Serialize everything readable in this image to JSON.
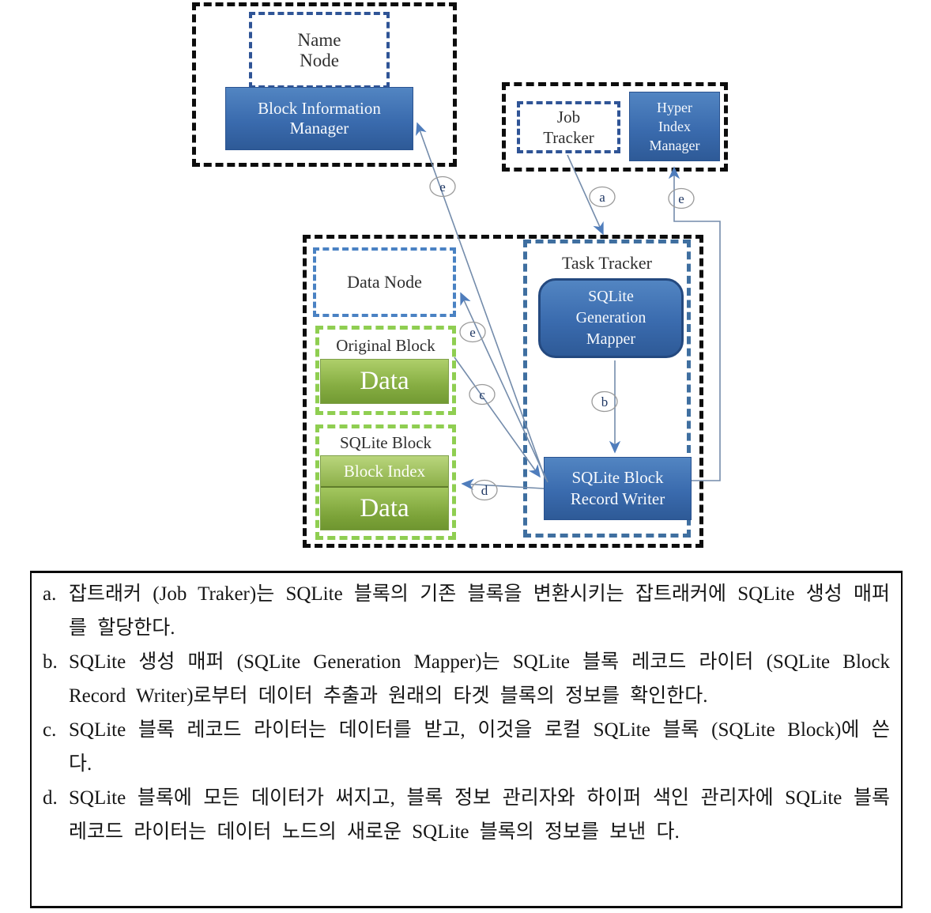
{
  "diagram": {
    "nodes": {
      "name_node": "Name\nNode",
      "block_information_manager": "Block Information\nManager",
      "job_tracker": "Job\nTracker",
      "hyper_index_manager": "Hyper\nIndex\nManager",
      "task_tracker": "Task Tracker",
      "sqlite_generation_mapper": "SQLite\nGeneration\nMapper",
      "data_node": "Data Node",
      "original_block": "Original Block",
      "original_block_data": "Data",
      "sqlite_block": "SQLite Block",
      "block_index": "Block Index",
      "sqlite_block_data": "Data",
      "sqlite_block_record_writer": "SQLite Block\nRecord Writer"
    },
    "edge_labels": {
      "a": "a",
      "b": "b",
      "c": "c",
      "d": "d",
      "e": "e"
    },
    "colors": {
      "blue_box_top": "#5285c2",
      "blue_box_bottom": "#2e5a97",
      "green_box_top": "#aecf6a",
      "green_box_bottom": "#729a33",
      "green_dash": "#8fce51",
      "navy_dash": "#2f5496",
      "blue_dash": "#4a82c3",
      "steel_dash": "#3f6fa0",
      "black_dash": "#0d0d0d",
      "arrow_line": "#748cab",
      "arrow_head": "#4f7dbc"
    }
  },
  "notes": [
    {
      "marker": "a.",
      "text": "잡트래커 (Job Traker)는 SQLite 블록의 기존 블록을 변환시키는 잡트래커에 SQLite 생성 매퍼를 할당한다."
    },
    {
      "marker": "b.",
      "text": "SQLite 생성 매퍼 (SQLite Generation Mapper)는 SQLite 블록 레코드 라이터 (SQLite Block Record Writer)로부터 데이터 추출과 원래의 타겟 블록의 정보를 확인한다."
    },
    {
      "marker": "c.",
      "text": "SQLite 블록 레코드 라이터는 데이터를 받고, 이것을 로컬 SQLite 블록 (SQLite Block)에 쓴다."
    },
    {
      "marker": "d.",
      "text": "SQLite 블록에 모든 데이터가 써지고, 블록 정보 관리자와 하이퍼 색인 관리자에 SQLite 블록 레코드 라이터는 데이터 노드의 새로운 SQLite 블록의 정보를 보낸 다."
    }
  ]
}
